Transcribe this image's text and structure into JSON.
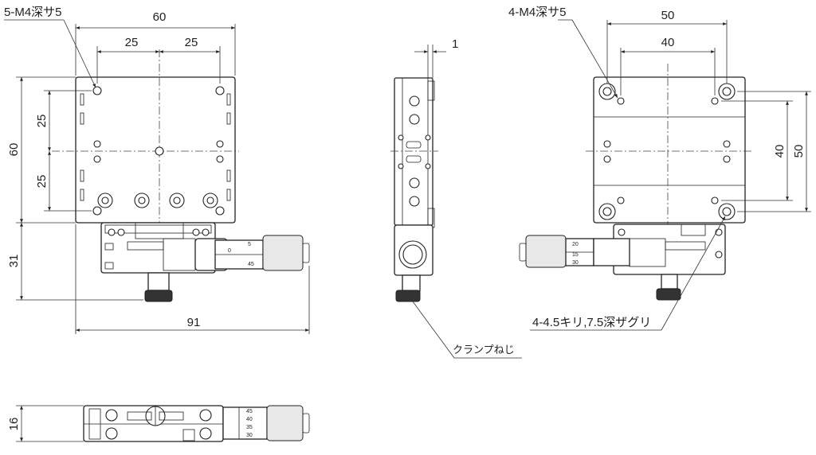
{
  "top_view": {
    "label_holes": "5-M4深サ5",
    "dim_width": "60",
    "dim_half_left": "25",
    "dim_half_right": "25",
    "dim_height": "60",
    "dim_vert_top": "25",
    "dim_vert_bottom": "25",
    "dim_lower": "31",
    "dim_total": "91",
    "micrometer_scale": [
      "0",
      "5",
      "45"
    ]
  },
  "side_view": {
    "dim_offset": "1",
    "label_clamp": "クランプねじ"
  },
  "bottom_view": {
    "label_holes": "4-M4深サ5",
    "dim_width": "50",
    "dim_inner": "40",
    "dim_vert_inner": "40",
    "dim_vert_outer": "50",
    "label_counterbore": "4-4.5キリ,7.5深ザグリ",
    "micrometer_scale": [
      "20",
      "15",
      "30"
    ]
  },
  "front_view": {
    "dim_height": "16",
    "micrometer_scale": [
      "45",
      "40",
      "35",
      "30"
    ]
  }
}
